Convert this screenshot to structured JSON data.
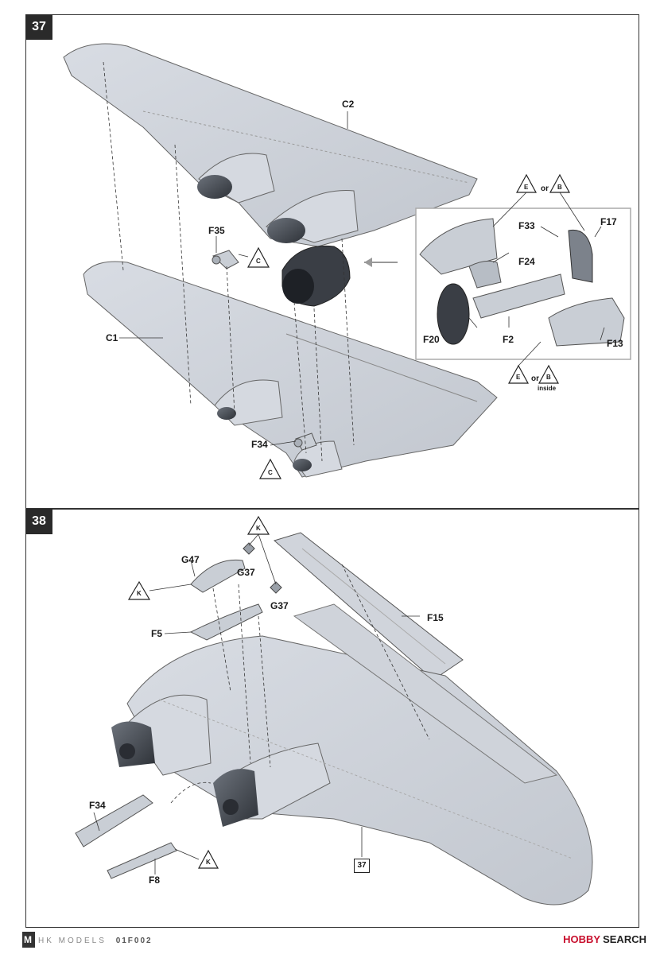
{
  "steps": [
    {
      "number": "37",
      "labels": {
        "c2": "C2",
        "c1": "C1",
        "f35": "F35",
        "f34": "F34",
        "f33": "F33",
        "f17": "F17",
        "f24": "F24",
        "f20": "F20",
        "f2": "F2",
        "f13": "F13",
        "c_tri_top": "C",
        "c_tri_bottom": "C",
        "e_top": "E",
        "or_top": "or",
        "b_top": "B",
        "e_bottom": "E",
        "or_bottom": "or",
        "b_bottom": "B",
        "inside": "inside"
      }
    },
    {
      "number": "38",
      "labels": {
        "k_top": "K",
        "g47": "G47",
        "g37_a": "G37",
        "g37_b": "G37",
        "k_left": "K",
        "f5": "F5",
        "f15": "F15",
        "f34": "F34",
        "f8": "F8",
        "k_bottom": "K",
        "ref_step": "37"
      }
    }
  ],
  "footer": {
    "brand": "HK MODELS",
    "code": "01F002",
    "watermark_prefix": "HOBBY",
    "watermark_suffix": "SEARCH"
  }
}
